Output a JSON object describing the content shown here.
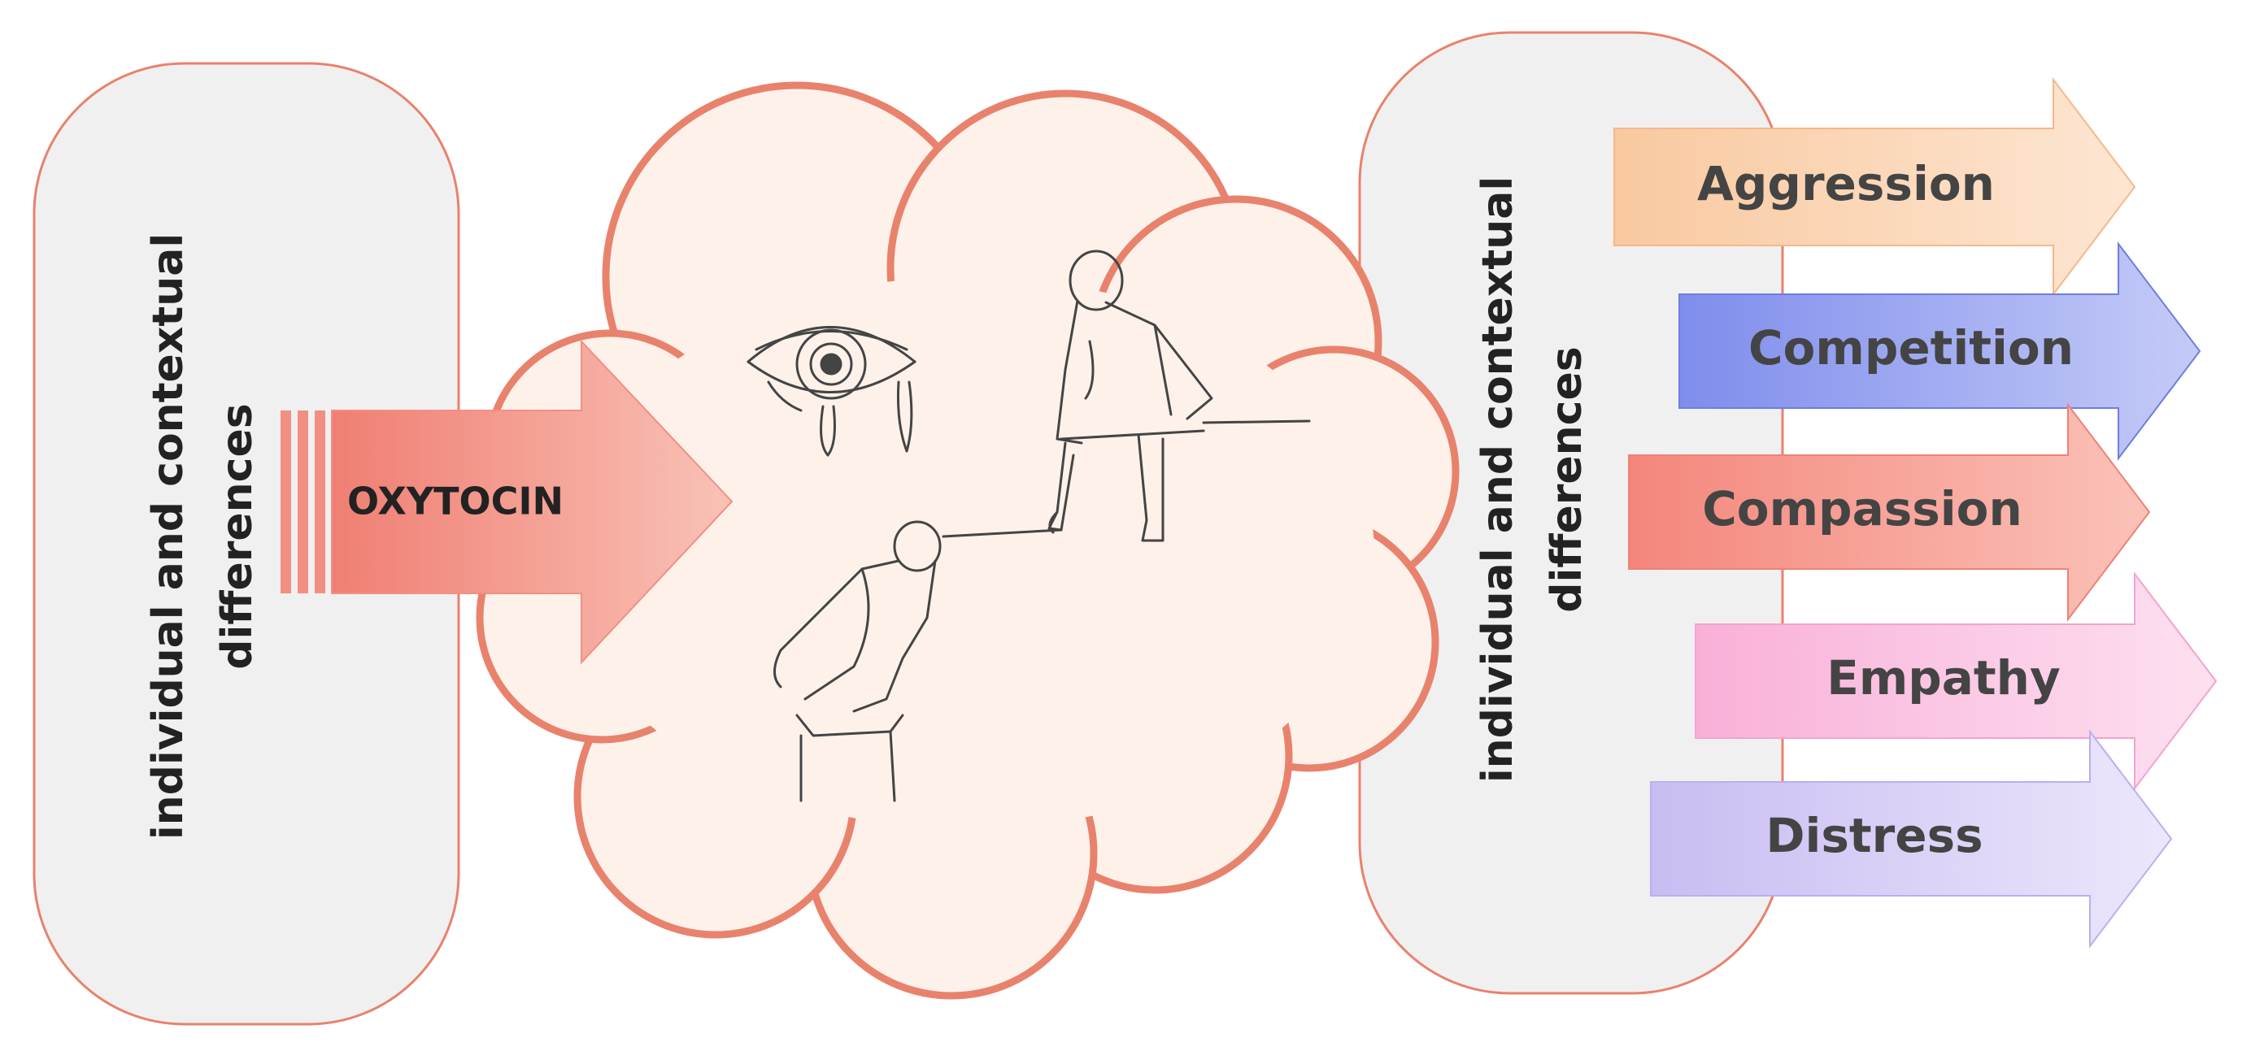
{
  "left_box": {
    "line1": "individual and contextual",
    "line2": "differences"
  },
  "right_box": {
    "line1": "individual and contextual",
    "line2": "differences"
  },
  "oxytocin": {
    "label": "OXYTOCIN"
  },
  "outcomes": [
    {
      "label": "Aggression",
      "color": "#f9c9a0"
    },
    {
      "label": "Competition",
      "color": "#8a96ee"
    },
    {
      "label": "Compassion",
      "color": "#f4958a"
    },
    {
      "label": "Empathy",
      "color": "#f9b4dc"
    },
    {
      "label": "Distress",
      "color": "#cfc3f3"
    }
  ],
  "colors": {
    "border": "#e8826c",
    "pill_fill": "#f0f0f0",
    "cloud_fill": "#fdf1ea",
    "oxytocin_arrow": "#f28f83"
  }
}
